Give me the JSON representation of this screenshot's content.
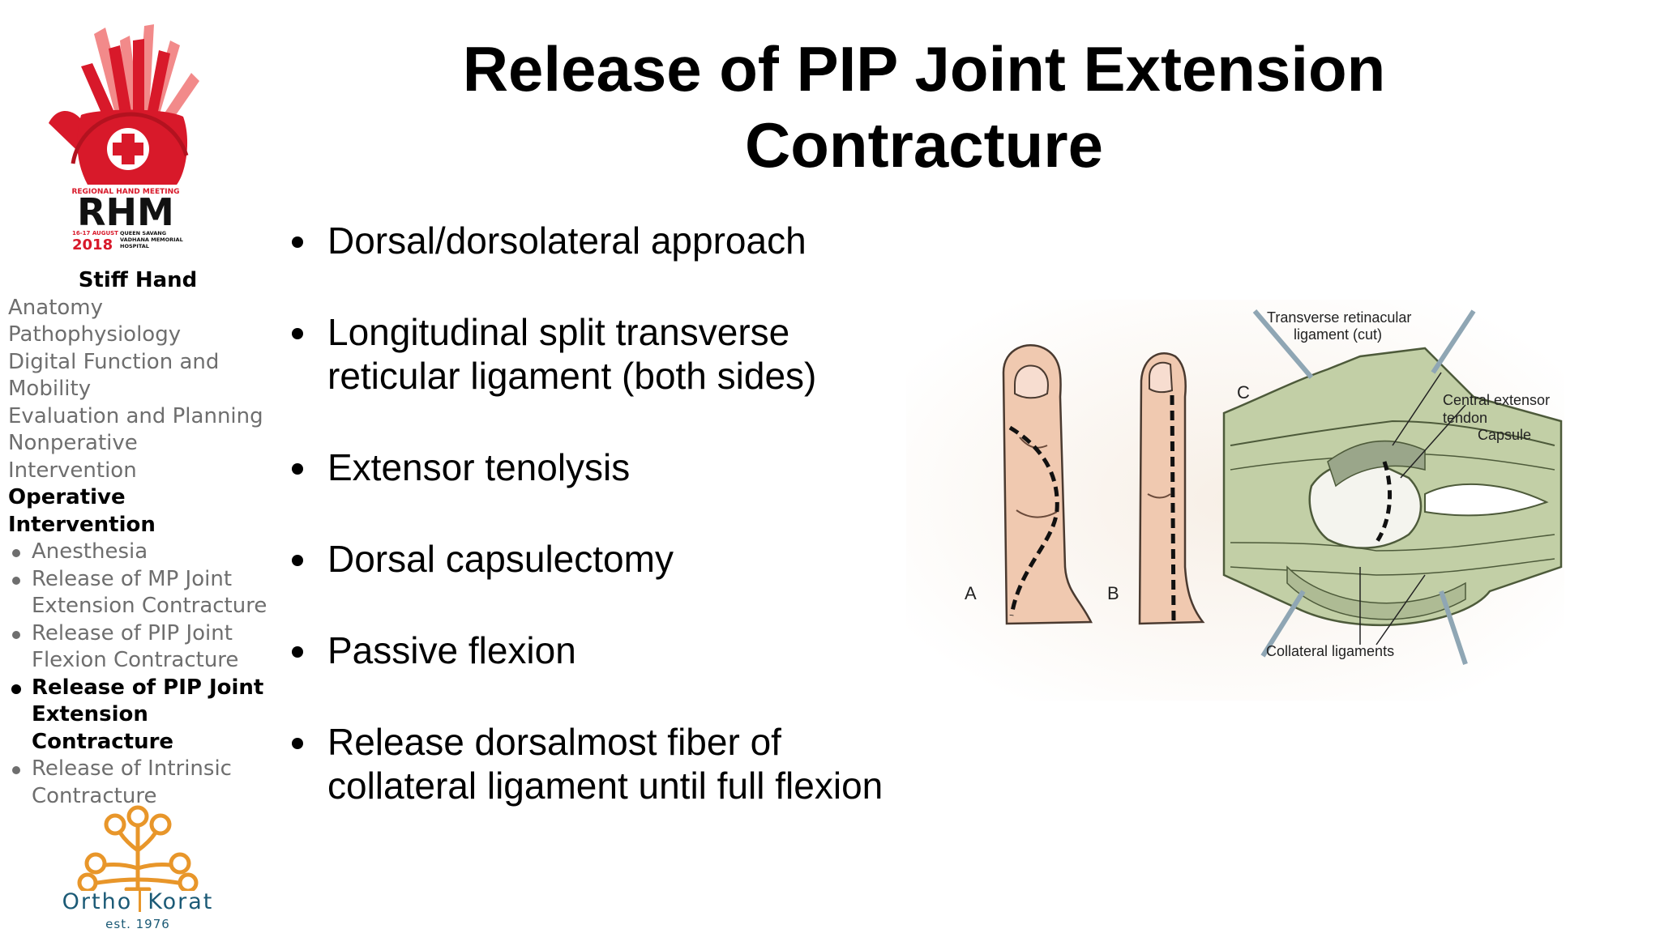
{
  "sidebar": {
    "logo_top": {
      "event_name": "REGIONAL HAND MEETING",
      "acronym": "RHM",
      "dates": "16-17 AUGUST",
      "year": "2018",
      "venue_line1": "QUEEN SAVANG",
      "venue_line2": "VADHANA MEMORIAL",
      "venue_line3": "HOSPITAL"
    },
    "heading": "Stiff Hand",
    "items": [
      "Anatomy",
      "Pathophysiology",
      "Digital Function and Mobility",
      "Evaluation and Planning",
      "Nonperative Intervention",
      "Operative Intervention"
    ],
    "subitems": [
      "Anesthesia",
      "Release of MP Joint Extension Contracture",
      "Release of PIP Joint Flexion Contracture",
      "Release of PIP Joint Extension Contracture",
      "Release of Intrinsic Contracture"
    ],
    "logo_bottom": {
      "name_left": "Ortho",
      "name_right": "Korat",
      "est": "est. 1976"
    }
  },
  "slide": {
    "title": "Release of PIP Joint Extension Contracture",
    "bullets": [
      "Dorsal/dorsolateral approach",
      "Longitudinal split transverse reticular ligament (both sides)",
      "Extensor tenolysis",
      "Dorsal capsulectomy",
      "Passive flexion",
      "Release dorsalmost fiber of collateral ligament until full flexion"
    ]
  },
  "figure": {
    "panel_labels": [
      "A",
      "B",
      "C"
    ],
    "annotations": {
      "retinacular_line1": "Transverse retinacular",
      "retinacular_line2": "ligament (cut)",
      "central_line1": "Central extensor",
      "central_line2": "tendon",
      "capsule": "Capsule",
      "collateral": "Collateral ligaments"
    }
  },
  "colors": {
    "logo_red": "#d8192a",
    "logo_pink": "#f28a8a",
    "ortho_orange": "#e8962a",
    "ortho_blue": "#1b5a76",
    "nav_gray": "#6e6e6e",
    "skin": "#f0c9b0",
    "tissue_green": "#c2cfa6"
  }
}
